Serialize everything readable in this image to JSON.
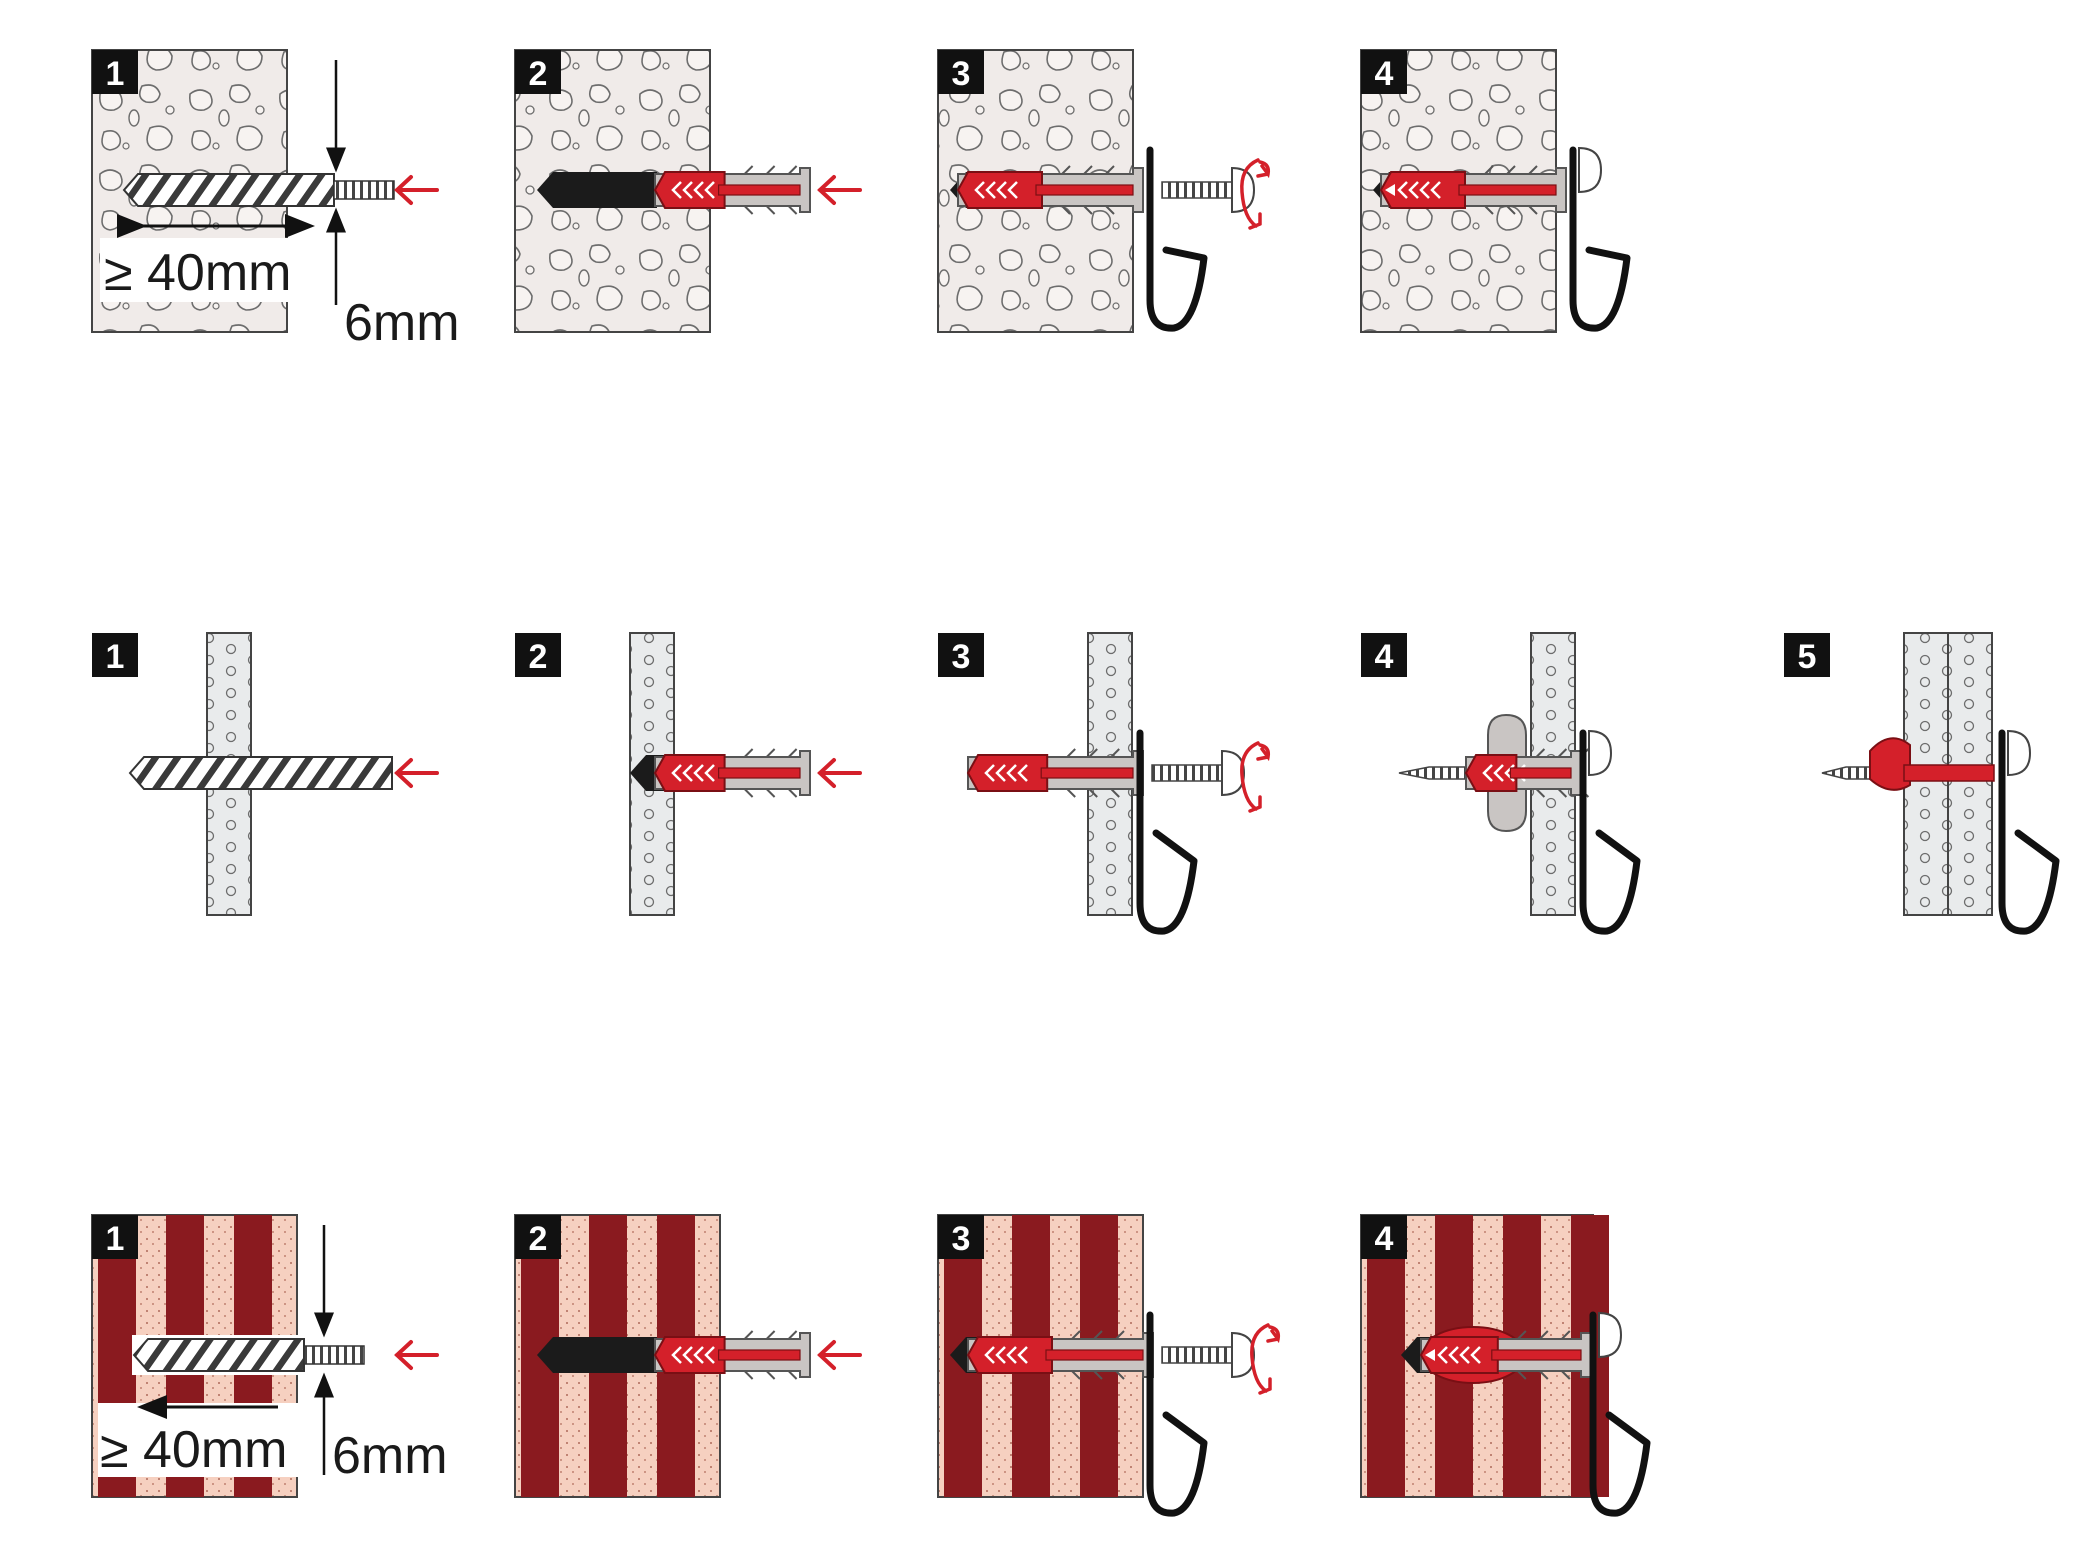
{
  "title": "",
  "colors": {
    "concrete": "#f0ebe9",
    "concrete_outline": "#5a5a5a",
    "plaster": "#e7e9ea",
    "brick_red": "#8a1a1f",
    "brick_light": "#f6d0c0",
    "anchor_red": "#d4202a",
    "anchor_grey": "#c9c5c3",
    "arrow_red": "#d4202a",
    "hook": "#111111"
  },
  "rows": [
    {
      "name": "solid-masonry",
      "steps": [
        {
          "number": "1",
          "action": "drill",
          "labels": {
            "depth": "≥ 40mm",
            "diameter": "6mm"
          }
        },
        {
          "number": "2",
          "action": "insert-plug"
        },
        {
          "number": "3",
          "action": "drive-screw"
        },
        {
          "number": "4",
          "action": "fixed"
        }
      ]
    },
    {
      "name": "hollow-board",
      "steps": [
        {
          "number": "1",
          "action": "drill"
        },
        {
          "number": "2",
          "action": "insert-plug"
        },
        {
          "number": "3",
          "action": "drive-screw"
        },
        {
          "number": "4",
          "action": "knot-forms"
        },
        {
          "number": "5",
          "action": "fixed"
        }
      ]
    },
    {
      "name": "perforated-brick",
      "steps": [
        {
          "number": "1",
          "action": "drill",
          "labels": {
            "depth": "≥ 40mm",
            "diameter": "6mm"
          }
        },
        {
          "number": "2",
          "action": "insert-plug"
        },
        {
          "number": "3",
          "action": "drive-screw"
        },
        {
          "number": "4",
          "action": "fixed"
        }
      ]
    }
  ],
  "icons": {
    "push": "red-push-arrow-icon",
    "rotate": "rotate-arrow-icon",
    "hook": "wall-hook-icon"
  }
}
